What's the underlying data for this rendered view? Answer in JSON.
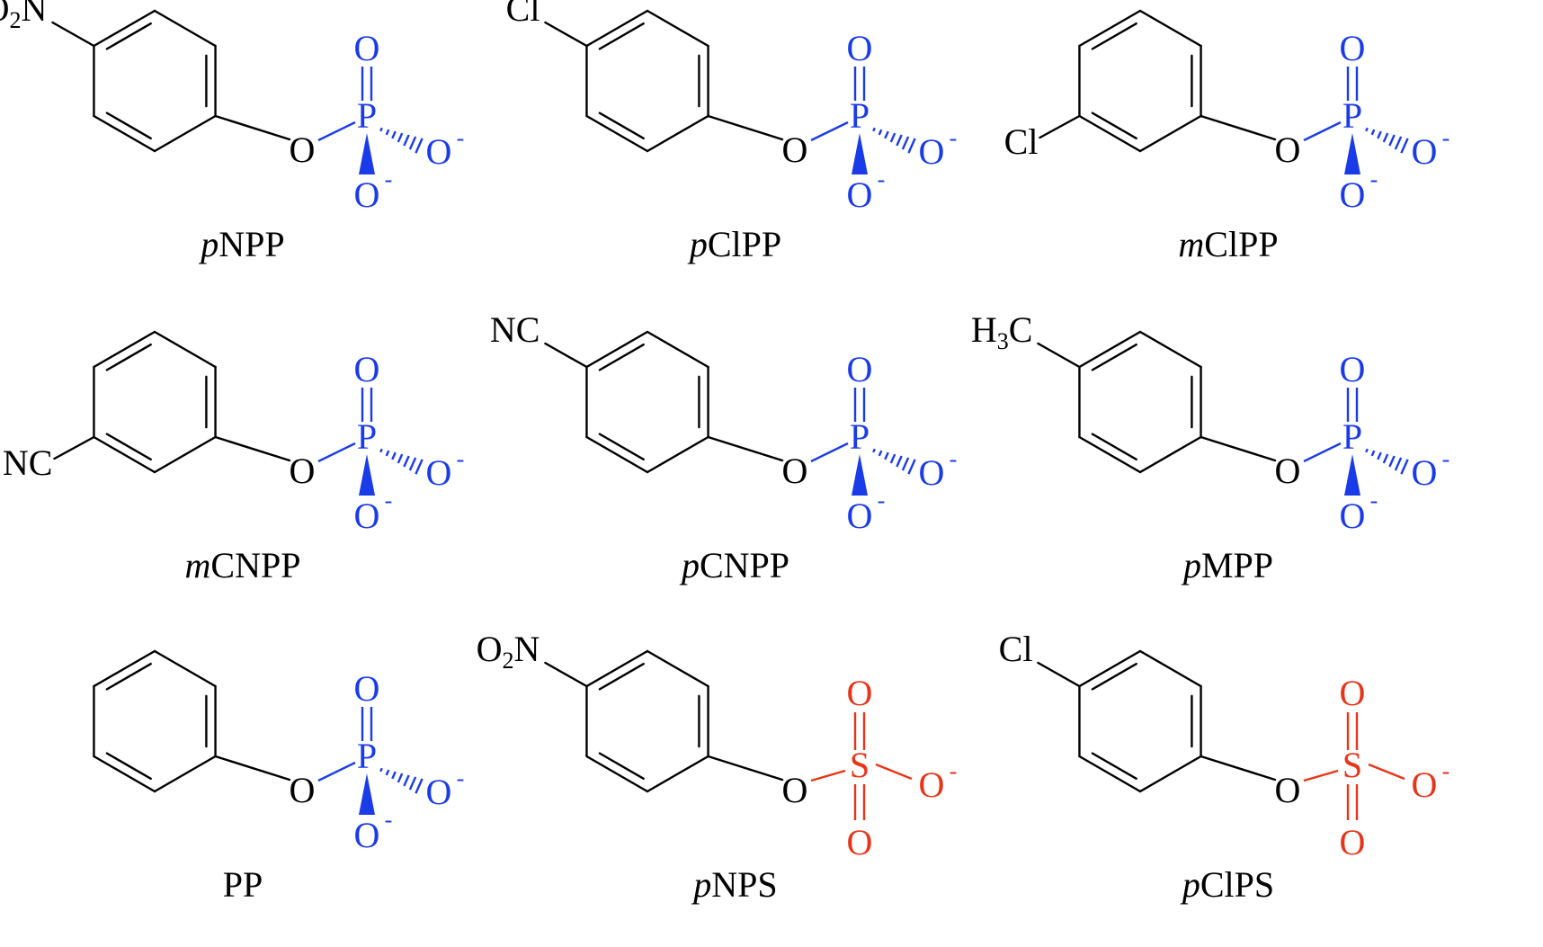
{
  "colors": {
    "phosphate": "#1a3be8",
    "sulfate": "#e83418",
    "ring": "#000000"
  },
  "compounds": [
    {
      "id": "pNPP",
      "caption_prefix": "p",
      "caption_rest": "NPP",
      "type": "phosphate",
      "sub": "para",
      "label": "O",
      "label_sub": "2",
      "label_tail": "N"
    },
    {
      "id": "pClPP",
      "caption_prefix": "p",
      "caption_rest": "ClPP",
      "type": "phosphate",
      "sub": "para",
      "label": "Cl",
      "label_sub": "",
      "label_tail": ""
    },
    {
      "id": "mClPP",
      "caption_prefix": "m",
      "caption_rest": "ClPP",
      "type": "phosphate",
      "sub": "meta",
      "label": "Cl",
      "label_sub": "",
      "label_tail": ""
    },
    {
      "id": "mCNPP",
      "caption_prefix": "m",
      "caption_rest": "CNPP",
      "type": "phosphate",
      "sub": "meta",
      "label": "NC",
      "label_sub": "",
      "label_tail": ""
    },
    {
      "id": "pCNPP",
      "caption_prefix": "p",
      "caption_rest": "CNPP",
      "type": "phosphate",
      "sub": "para",
      "label": "NC",
      "label_sub": "",
      "label_tail": ""
    },
    {
      "id": "pMPP",
      "caption_prefix": "p",
      "caption_rest": "MPP",
      "type": "phosphate",
      "sub": "para",
      "label": "H",
      "label_sub": "3",
      "label_tail": "C"
    },
    {
      "id": "PP",
      "caption_prefix": "",
      "caption_rest": "PP",
      "type": "phosphate",
      "sub": "none",
      "label": "",
      "label_sub": "",
      "label_tail": ""
    },
    {
      "id": "pNPS",
      "caption_prefix": "p",
      "caption_rest": "NPS",
      "type": "sulfate",
      "sub": "para",
      "label": "O",
      "label_sub": "2",
      "label_tail": "N"
    },
    {
      "id": "pClPS",
      "caption_prefix": "p",
      "caption_rest": "ClPS",
      "type": "sulfate",
      "sub": "para",
      "label": "Cl",
      "label_sub": "",
      "label_tail": ""
    }
  ],
  "atoms": {
    "oxygen": "O",
    "phosphorus": "P",
    "sulfur": "S",
    "charge": "-"
  }
}
